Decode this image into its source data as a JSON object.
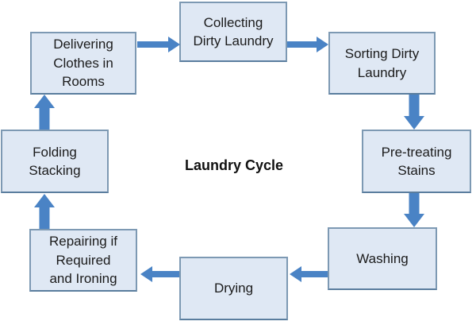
{
  "title": "Laundry Cycle",
  "colors": {
    "background": "#ffffff",
    "box_fill": "#dfe8f4",
    "box_border": "#7d99b3",
    "arrow": "#4a83c5",
    "text": "#1b1b1b"
  },
  "nodes": [
    {
      "id": "collecting",
      "label": "Collecting\nDirty Laundry"
    },
    {
      "id": "sorting",
      "label": "Sorting Dirty\nLaundry"
    },
    {
      "id": "pretreating",
      "label": "Pre-treating\nStains"
    },
    {
      "id": "washing",
      "label": "Washing"
    },
    {
      "id": "drying",
      "label": "Drying"
    },
    {
      "id": "repairing",
      "label": "Repairing if\nRequired\nand Ironing"
    },
    {
      "id": "folding",
      "label": "Folding\nStacking"
    },
    {
      "id": "delivering",
      "label": "Delivering\nClothes in\nRooms"
    }
  ],
  "arrows": [
    {
      "from": "delivering",
      "to": "collecting",
      "direction": "right"
    },
    {
      "from": "collecting",
      "to": "sorting",
      "direction": "right"
    },
    {
      "from": "sorting",
      "to": "pretreating",
      "direction": "down"
    },
    {
      "from": "pretreating",
      "to": "washing",
      "direction": "down"
    },
    {
      "from": "washing",
      "to": "drying",
      "direction": "left"
    },
    {
      "from": "drying",
      "to": "repairing",
      "direction": "left"
    },
    {
      "from": "repairing",
      "to": "folding",
      "direction": "up"
    },
    {
      "from": "folding",
      "to": "delivering",
      "direction": "up"
    }
  ]
}
